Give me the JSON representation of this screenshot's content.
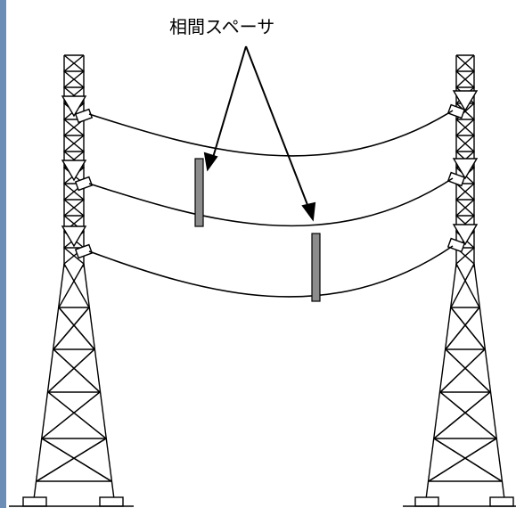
{
  "callout": {
    "label": "相間スペーサ"
  },
  "colors": {
    "background": "#ffffff",
    "left_edge_band": "#6c8eb6",
    "line": "#000000",
    "spacer_fill": "#8c8c8c",
    "insulator_fill": "#ffffff"
  },
  "elements": {
    "towers": [
      "left-tower",
      "right-tower"
    ],
    "conductors": 3,
    "spacers": 2
  }
}
